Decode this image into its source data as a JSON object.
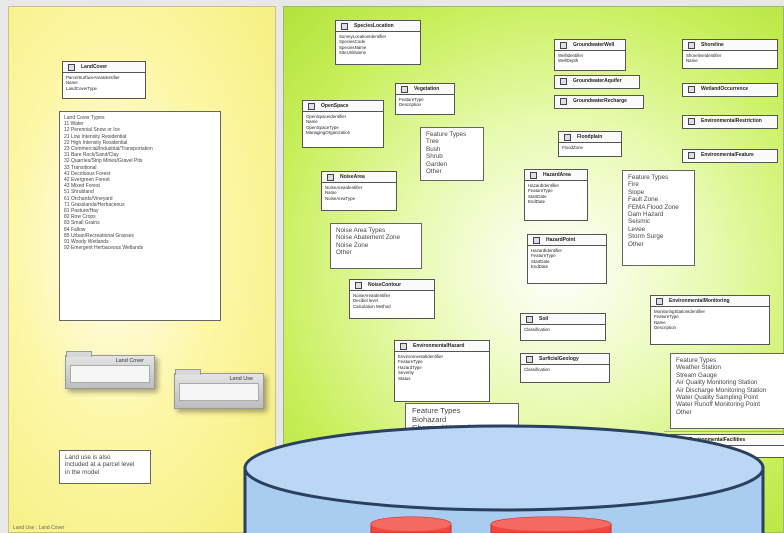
{
  "landcover": {
    "class_title": "LandCover",
    "class_attrs": [
      "ParcelSurfaceAreaIdentifier",
      "Name",
      "LandCoverType"
    ],
    "types_note": [
      "Land Cover Types",
      "11 Water",
      "12 Perennial Snow or Ice",
      "21 Low Intensity Residential",
      "22 High Intensity Residential",
      "23 Commercial/Industrial/Transportation",
      "31 Bare Rock/Sand/Clay",
      "32 Quarries/Strip Mines/Gravel Pits",
      "33 Transitional",
      "41 Deciduous Forest",
      "42 Evergreen Forest",
      "43 Mixed Forest",
      "51 Shrubland",
      "61 Orchards/Vineyard",
      "71 Grasslands/Herbaceous",
      "81 Pasture/Hay",
      "82 Row Crops",
      "83 Small Grains",
      "84 Fallow",
      "85 Urban/Recreational Grasses",
      "91 Woody Wetlands",
      "92 Emergent Herbaceous Wetlands"
    ],
    "pkg_land_cover": "Land Cover",
    "pkg_land_use": "Land Use",
    "land_use_note": [
      "Land use is also",
      "included at a parcel level",
      "in the model"
    ],
    "tab_label": "Land Use : Land Cover"
  },
  "environment": {
    "species_location": {
      "title": "SpeciesLocation",
      "attrs": [
        "SurveyLocationIdentifier",
        "SpeciesCode",
        "SpeciesName",
        "SiteUnitName"
      ]
    },
    "vegetation": {
      "title": "Vegetation",
      "attrs": [
        "FeatureType",
        "Description"
      ]
    },
    "open_space": {
      "title": "OpenSpace",
      "attrs": [
        "OpenSpaceIdentifier",
        "Name",
        "OpenSpaceType",
        "ManagingOrganization"
      ]
    },
    "vegetation_note": [
      "Feature Types",
      "Tree",
      "Bush",
      "Shrub",
      "Garden",
      "Other"
    ],
    "noise_area": {
      "title": "NoiseArea",
      "attrs": [
        "NoiseAreaIdentifier",
        "Name",
        "NoiseAreaType"
      ]
    },
    "noise_note": [
      "Noise Area Types",
      "Noise Abatement Zone",
      "Noise Zone",
      "Other"
    ],
    "noise_contour": {
      "title": "NoiseContour",
      "attrs": [
        "NoiseAreaIdentifier",
        "Decibel level",
        "Calculation Method"
      ]
    },
    "env_hazard": {
      "title": "EnvironmentalHazard",
      "attrs": [
        "EnvironmentalIdentifier",
        "FeatureType",
        "HazardType",
        "Severity",
        "Status"
      ]
    },
    "hazard_note": [
      "Feature Types",
      "Biohazard",
      "Chemical Hazard"
    ],
    "groundwater_well": {
      "title": "GroundwaterWell",
      "attrs": [
        "WellIdentifier",
        "WellDepth"
      ]
    },
    "groundwater_aquifer": {
      "title": "GroundwaterAquifer"
    },
    "groundwater_recharge": {
      "title": "GroundwaterRecharge"
    },
    "floodplain": {
      "title": "Floodplain",
      "attrs": [
        "FloodZone"
      ]
    },
    "hazard_area": {
      "title": "HazardArea",
      "attrs": [
        "HazardIdentifier",
        "FeatureType",
        "StartDate",
        "EndDate"
      ]
    },
    "hazard_area_note": [
      "Feature Types",
      "Fire",
      "Slope",
      "Fault Zone",
      "FEMA Flood Zone",
      "Dam Hazard",
      "Seismic",
      "Levee",
      "Storm Surge",
      "Other"
    ],
    "hazard_point": {
      "title": "HazardPoint",
      "attrs": [
        "HazardIdentifier",
        "FeatureType",
        "StartDate",
        "EndDate"
      ]
    },
    "soil": {
      "title": "Soil",
      "attrs": [
        "Classification"
      ]
    },
    "surficial_geology": {
      "title": "SurficialGeology",
      "attrs": [
        "Classification"
      ]
    },
    "shoreline": {
      "title": "Shoreline",
      "attrs": [
        "ShorelineIdentifier",
        "Name"
      ]
    },
    "wetland_occurrence": {
      "title": "WetlandOccurrence"
    },
    "env_restriction": {
      "title": "EnvironmentalRestriction"
    },
    "env_feature": {
      "title": "EnvironmentalFeature"
    },
    "env_monitoring": {
      "title": "EnvironmentalMonitoring",
      "attrs": [
        "MonitoringStationIdentifier",
        "FeatureType",
        "Name",
        "Description"
      ]
    },
    "monitoring_note": [
      "Feature Types",
      "Weather Station",
      "Stream Gauge",
      "Air Quality Monitoring Station",
      "Air Discharge Monitoring Station",
      "Water Quality Sampling Point",
      "Water Runoff Monitoring Point",
      "Other"
    ],
    "env_facilities": {
      "title": "EnvironmentalFacilities"
    }
  },
  "colors": {
    "left_panel": "#fdf7a8",
    "right_panel": "#c8ef5a",
    "drum_body": "#a8cdf0",
    "drum_top": "#bad8f5",
    "drum_edge": "#2b3f5f",
    "red_disk": "#f0483e"
  }
}
